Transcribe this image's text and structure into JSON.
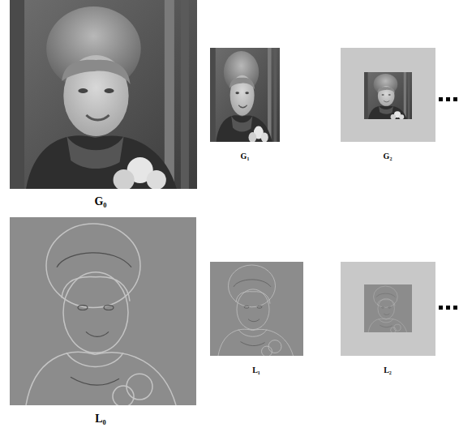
{
  "diagram": {
    "labels": [
      "G₀",
      "G₁",
      "G₂",
      "L₀",
      "L₁",
      "L₂"
    ]
  }
}
